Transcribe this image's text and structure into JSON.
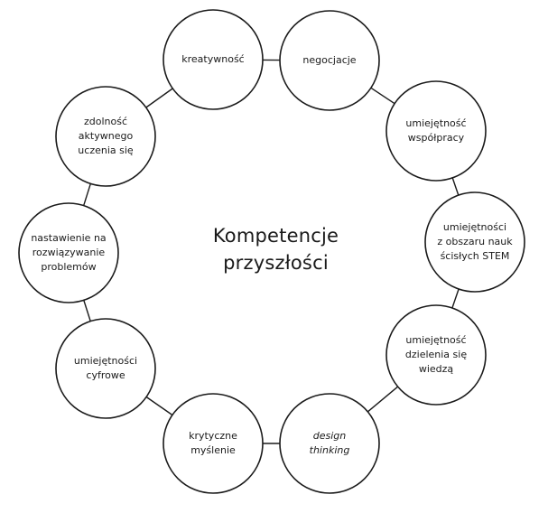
{
  "title": "Kompetencje\nprzyszłości",
  "nodes": [
    {
      "label": "kreatywność",
      "italic": false
    },
    {
      "label": "negocjacje",
      "italic": false
    },
    {
      "label": "umiejętność\nwspółpracy",
      "italic": false
    },
    {
      "label": "umiejętności\nz obszaru nauk\nścisłych STEM",
      "italic": false
    },
    {
      "label": "umiejętność\ndzielenia się\nwiedzą",
      "italic": false
    },
    {
      "label": "design\nthinking",
      "italic": true
    },
    {
      "label": "krytyczne\nmyślenie",
      "italic": false
    },
    {
      "label": "umiejętności\ncyfrowe",
      "italic": false
    },
    {
      "label": "nastawienie na\nrozwiązywanie\nproblemów",
      "italic": false
    },
    {
      "label": "zdolność\naktywnego\nuczenia się",
      "italic": false
    }
  ]
}
